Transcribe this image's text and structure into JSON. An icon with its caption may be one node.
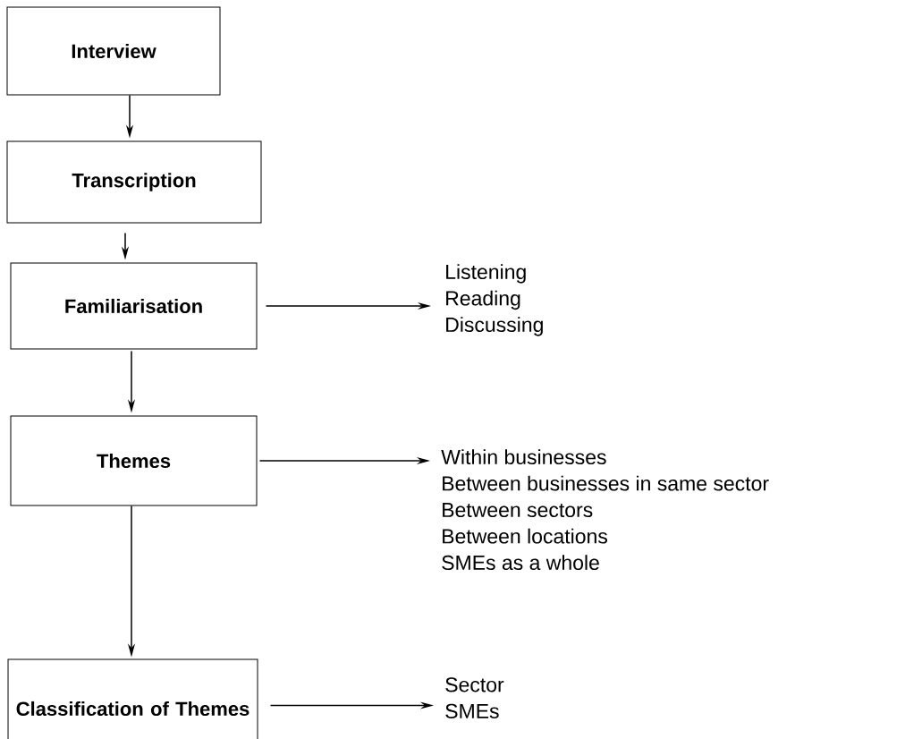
{
  "diagram": {
    "nodes": [
      {
        "text": [
          "Interview"
        ]
      },
      {
        "text": [
          "Transcription"
        ]
      },
      {
        "text": [
          "Familiarisation"
        ]
      },
      {
        "text": [
          "Listening",
          "Reading",
          "Discussing"
        ]
      },
      {
        "text": [
          "Themes"
        ]
      },
      {
        "text": [
          "Within businesses",
          "Between businesses in same sector",
          "Between sectors",
          "Between locations",
          "SMEs as a whole"
        ]
      },
      {
        "text": [
          "Classification of Themes"
        ]
      },
      {
        "text": [
          "Sector",
          "SMEs"
        ]
      }
    ],
    "edges": [
      {
        "from": 0,
        "to": 1,
        "arrow": "to"
      },
      {
        "from": 1,
        "to": 2,
        "arrow": "to"
      },
      {
        "from": 2,
        "to": 3,
        "arrow": "to"
      },
      {
        "from": 2,
        "to": 4,
        "arrow": "to"
      },
      {
        "from": 4,
        "to": 5,
        "arrow": "to"
      },
      {
        "from": 4,
        "to": 6,
        "arrow": "to"
      },
      {
        "from": 6,
        "to": 7,
        "arrow": "to"
      }
    ]
  }
}
